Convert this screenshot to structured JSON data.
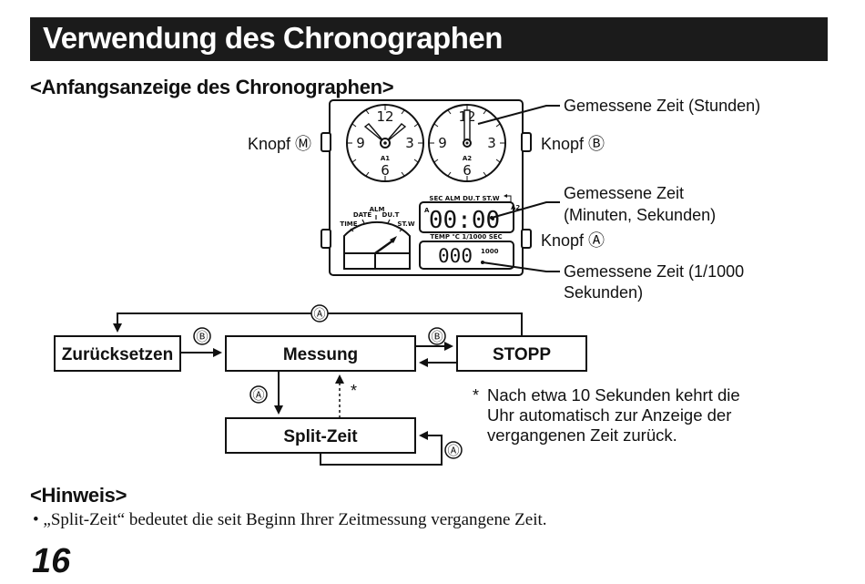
{
  "header": {
    "title": "Verwendung des Chronographen"
  },
  "section_initial": {
    "heading": "<Anfangsanzeige des Chronographen>"
  },
  "watch": {
    "dial_numbers": [
      "12",
      "3",
      "6",
      "9"
    ],
    "left_dial_label": "A1",
    "right_dial_label": "A2",
    "lcd_top_labels": "SEC  ALM  DU.T  ST.W",
    "lcd_top_side_left": "A",
    "lcd_top_side_right": "A2",
    "lcd_main_digits": "00:00",
    "lcd_bottom_labels": "TEMP ℃  1/1000 SEC",
    "lcd_bottom_digits": "000",
    "lcd_bottom_small": "1000",
    "mode_labels": {
      "alm": "ALM",
      "date": "DATE",
      "dut": "DU.T",
      "time": "TIME",
      "stw": "ST.W"
    },
    "buttons": {
      "m": "Knopf Ⓜ",
      "b": "Knopf Ⓑ",
      "a": "Knopf Ⓐ"
    },
    "callouts": {
      "hours": "Gemessene Zeit (Stunden)",
      "minsec_line1": "Gemessene Zeit",
      "minsec_line2": "(Minuten, Sekunden)",
      "ms_line1": "Gemessene Zeit (1/1000",
      "ms_line2": "Sekunden)"
    }
  },
  "flow": {
    "reset": "Zurücksetzen",
    "measure": "Messung",
    "stop": "STOPP",
    "split": "Split-Zeit",
    "btn_a": "Ⓐ",
    "btn_b": "Ⓑ",
    "asterisk": "*",
    "note_star": "*",
    "note_lines": [
      "Nach etwa 10 Sekunden kehrt die",
      "Uhr automatisch zur Anzeige der",
      "vergangenen Zeit zurück."
    ]
  },
  "hint": {
    "heading": "<Hinweis>",
    "text": "• „Split-Zeit“ bedeutet die seit Beginn Ihrer Zeitmessung vergangene Zeit."
  },
  "page_number": "16"
}
